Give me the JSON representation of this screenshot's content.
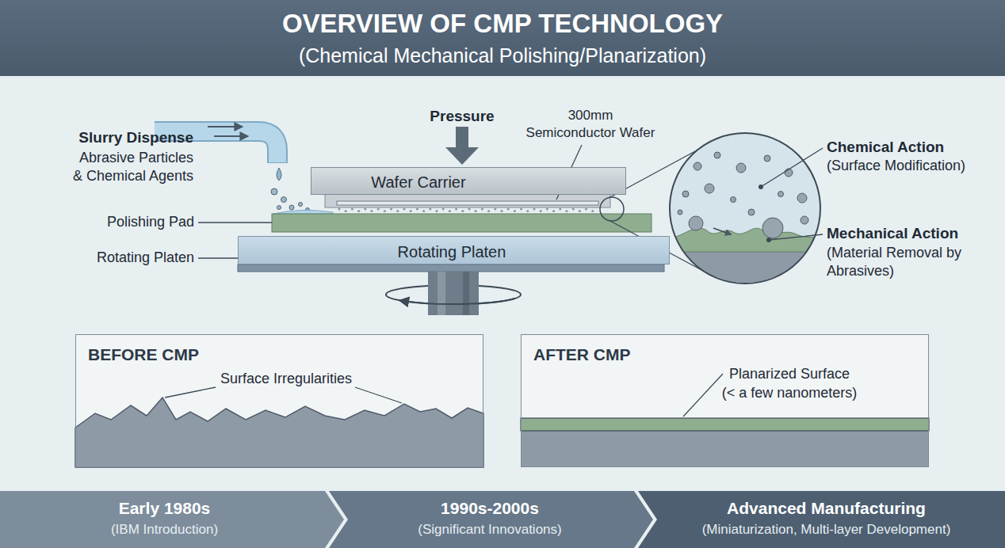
{
  "diagram": {
    "title": "OVERVIEW OF CMP TECHNOLOGY",
    "nodes": [
      {
        "text": [
          "Wafer Carrier"
        ]
      },
      {
        "text": [
          "Rotating Platen"
        ]
      },
      {
        "text": [
          "BEFORE CMP",
          "Surface Irregularities"
        ]
      },
      {
        "text": [
          "AFTER CMP",
          "Planarized Surface (< a few nanometers)"
        ]
      },
      {
        "text": [
          "Early 1980s",
          "(IBM Introduction)"
        ]
      },
      {
        "text": [
          "1990s-2000s",
          "(Significant Innovations)"
        ]
      },
      {
        "text": [
          "Advanced Manufacturing",
          "(Miniaturization, Multi-layer Development)"
        ]
      }
    ],
    "labels": [
      "(Chemical Mechanical Polishing/Planarization)",
      "Slurry Dispense",
      "Abrasive Particles & Chemical Agents",
      "Pressure",
      "300mm Semiconductor Wafer",
      "Polishing Pad",
      "Rotating Platen",
      "Chemical Action",
      "(Surface Modification)",
      "Mechanical Action",
      "(Material Removal by Abrasives)"
    ]
  }
}
